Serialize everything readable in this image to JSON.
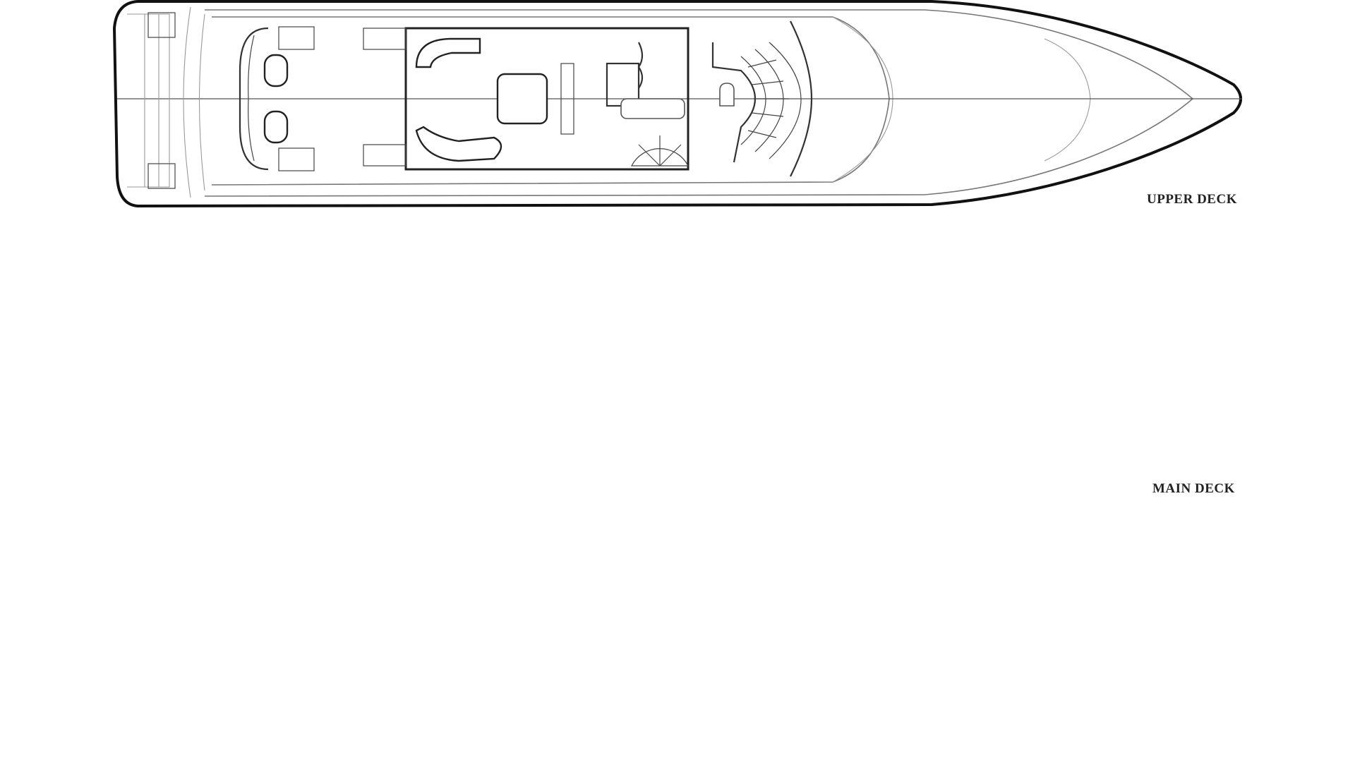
{
  "drawing": {
    "type": "yacht general arrangement deck plans",
    "background": "#ffffff",
    "line_color": "#111111",
    "decks": [
      {
        "id": "upper",
        "label": "UPPER DECK"
      },
      {
        "id": "main",
        "label": "MAIN DECK"
      },
      {
        "id": "lower",
        "label": ""
      }
    ]
  }
}
